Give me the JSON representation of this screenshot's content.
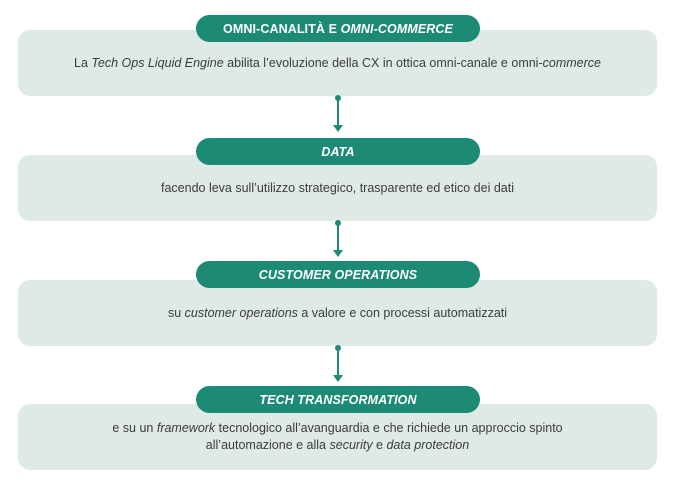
{
  "stages": [
    {
      "title_pre": "OMNI-CANALITÀ E ",
      "title_em": "OMNI-COMMERCE",
      "desc_1": "La ",
      "desc_2": "Tech Ops Liquid Engine",
      "desc_3": " abilita l’evoluzione della CX in ottica omni-canale e omni-",
      "desc_4": "commerce"
    },
    {
      "title": "DATA",
      "desc": "facendo leva sull’utilizzo strategico, trasparente ed etico dei dati"
    },
    {
      "title": "CUSTOMER OPERATIONS",
      "desc_1": "su ",
      "desc_2": "customer operations",
      "desc_3": " a valore e con processi automatizzati"
    },
    {
      "title": "TECH TRANSFORMATION",
      "desc_1": "e su un ",
      "desc_2": "framework",
      "desc_3": " tecnologico all’avanguardia e che richiede un approccio spinto",
      "desc_4": "all’automazione e alla ",
      "desc_5": "security",
      "desc_6": " e ",
      "desc_7": "data protection"
    }
  ],
  "colors": {
    "accent": "#1c8a74",
    "box_bg": "#dfe9e6",
    "text": "#3c3c3c"
  }
}
